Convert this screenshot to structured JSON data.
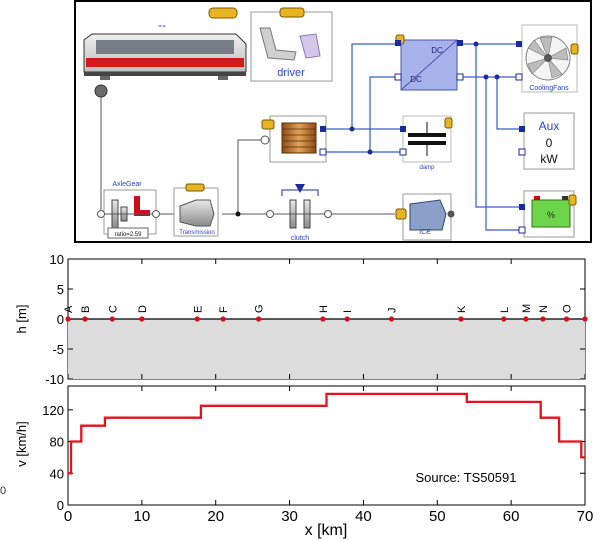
{
  "diagram": {
    "train_dash": "--",
    "driver_label": "driver",
    "dc_top": "DC",
    "dc_bottom": "DC",
    "cooling_fans_label": "CoolingFans",
    "axle_gear_label": "AxleGear",
    "axle_ratio": "ratio=2.59",
    "transmission_label": "Transmission",
    "capacitor_label": "damp",
    "clutch_label": "clutch",
    "ice_label": "ICE",
    "aux_title": "Aux",
    "aux_value": "0",
    "aux_unit": "kW",
    "battery_label": "%"
  },
  "chart_data": [
    {
      "type": "scatter",
      "ylabel": "h [m]",
      "ylim": [
        -10,
        10
      ],
      "yticks": [
        "10",
        "5",
        "0",
        "-5",
        "-10"
      ],
      "xlim": [
        0,
        70
      ],
      "stations": [
        {
          "name": "A",
          "x": 0.0
        },
        {
          "name": "B",
          "x": 2.3
        },
        {
          "name": "C",
          "x": 6.0
        },
        {
          "name": "D",
          "x": 10.0
        },
        {
          "name": "E",
          "x": 17.5
        },
        {
          "name": "F",
          "x": 21.0
        },
        {
          "name": "G",
          "x": 25.8
        },
        {
          "name": "H",
          "x": 34.5
        },
        {
          "name": "I",
          "x": 37.8
        },
        {
          "name": "J",
          "x": 43.8
        },
        {
          "name": "K",
          "x": 53.2
        },
        {
          "name": "L",
          "x": 59.0
        },
        {
          "name": "M",
          "x": 62.0
        },
        {
          "name": "N",
          "x": 64.3
        },
        {
          "name": "O",
          "x": 67.5
        },
        {
          "name": "",
          "x": 70.0
        }
      ],
      "grid": false
    },
    {
      "type": "line",
      "ylabel": "v [km/h]",
      "xlabel": "x [km]",
      "xlim": [
        0,
        70
      ],
      "ylim": [
        0,
        150
      ],
      "xticks": [
        "0",
        "10",
        "20",
        "30",
        "40",
        "50",
        "60",
        "70"
      ],
      "yticks": [
        "0",
        "40",
        "80",
        "120"
      ],
      "annotation": "Source: TS50591",
      "series": [
        {
          "color": "#e8111b",
          "x": [
            0,
            0,
            0.4,
            0.4,
            1.8,
            1.8,
            5,
            5,
            18,
            18,
            35,
            35,
            54,
            54,
            64,
            64,
            66.5,
            66.5,
            69.5,
            69.5,
            70
          ],
          "y": [
            40,
            40,
            40,
            80,
            80,
            100,
            100,
            110,
            110,
            125,
            125,
            140,
            140,
            130,
            130,
            110,
            110,
            80,
            80,
            60,
            60
          ]
        }
      ],
      "grid": false
    }
  ],
  "stray_label": "0"
}
